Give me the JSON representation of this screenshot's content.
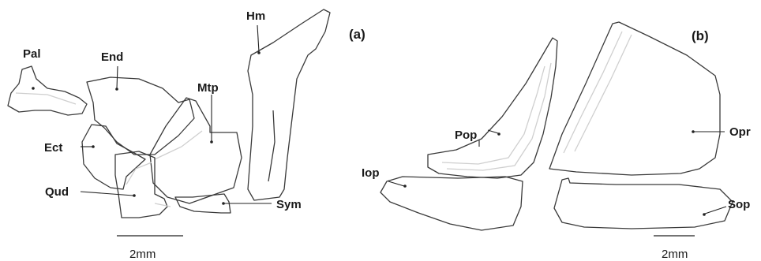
{
  "panels": {
    "a": "(a)",
    "b": "(b)"
  },
  "labels": {
    "pal": "Pal",
    "end": "End",
    "hm": "Hm",
    "mtp": "Mtp",
    "ect": "Ect",
    "qud": "Qud",
    "sym": "Sym",
    "pop": "Pop",
    "iop": "Iop",
    "opr": "Opr",
    "sop": "Sop"
  },
  "scale_bars": {
    "a": "2mm",
    "b": "2mm"
  }
}
